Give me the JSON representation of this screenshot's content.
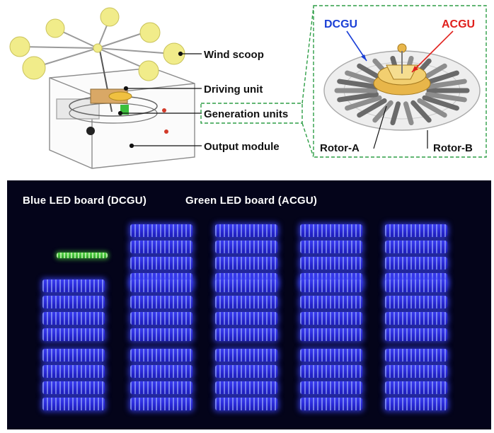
{
  "diagram": {
    "callouts": {
      "wind_scoop": "Wind scoop",
      "driving_unit": "Driving unit",
      "generation_units": "Generation units",
      "output_module": "Output module"
    },
    "zoom": {
      "dcgu": "DCGU",
      "acgu": "ACGU",
      "rotor_a": "Rotor-A",
      "rotor_b": "Rotor-B"
    },
    "colors": {
      "dcgu_label": "#1a3fd6",
      "acgu_label": "#e0201c",
      "zoom_border": "#2e9e46",
      "scoop_fill": "#f1ec8a"
    }
  },
  "photo": {
    "caption_blue": "Blue LED  board (DCGU)",
    "caption_green": "Green LED board (ACGU)",
    "colors": {
      "blue_led": "#3b3df0",
      "green_led": "#58d84a",
      "background": "#04041a"
    }
  }
}
